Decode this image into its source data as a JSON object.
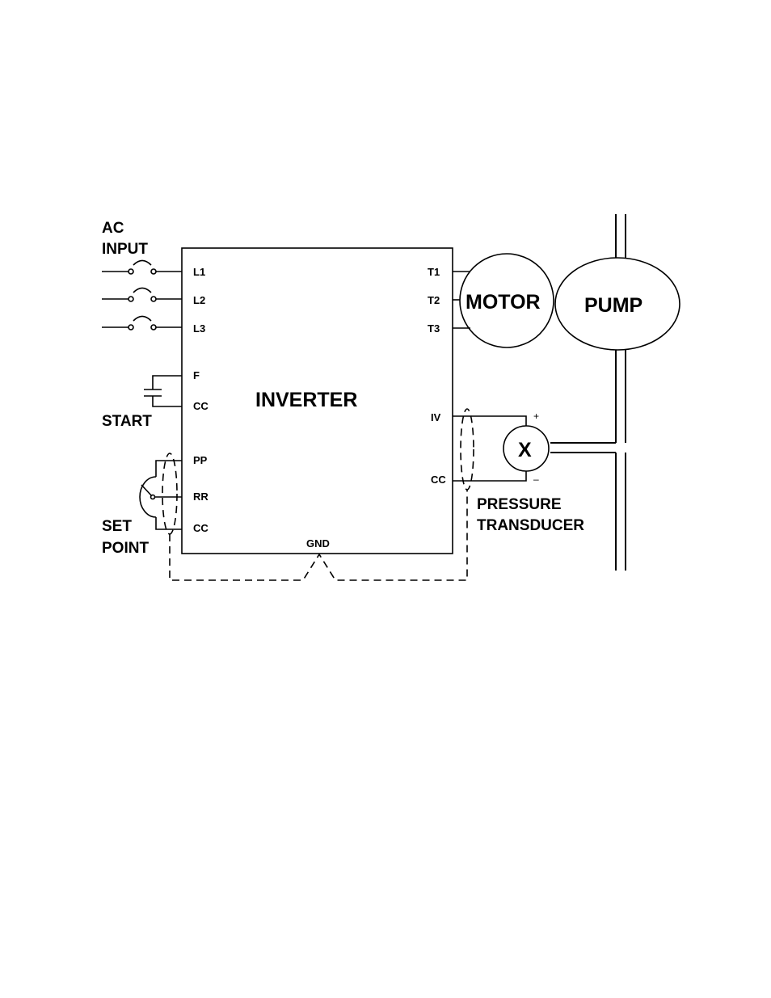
{
  "labels": {
    "ac_input_line1": "AC",
    "ac_input_line2": "INPUT",
    "start": "START",
    "set_point_line1": "SET",
    "set_point_line2": "POINT",
    "inverter": "INVERTER",
    "motor": "MOTOR",
    "pump": "PUMP",
    "transducer_symbol": "X",
    "pressure_transducer_line1": "PRESSURE",
    "pressure_transducer_line2": "TRANSDUCER",
    "plus": "+",
    "minus": "–"
  },
  "terminals": {
    "left": [
      "L1",
      "L2",
      "L3",
      "F",
      "CC",
      "PP",
      "RR",
      "CC"
    ],
    "right": [
      "T1",
      "T2",
      "T3",
      "IV",
      "CC"
    ],
    "bottom": "GND"
  }
}
